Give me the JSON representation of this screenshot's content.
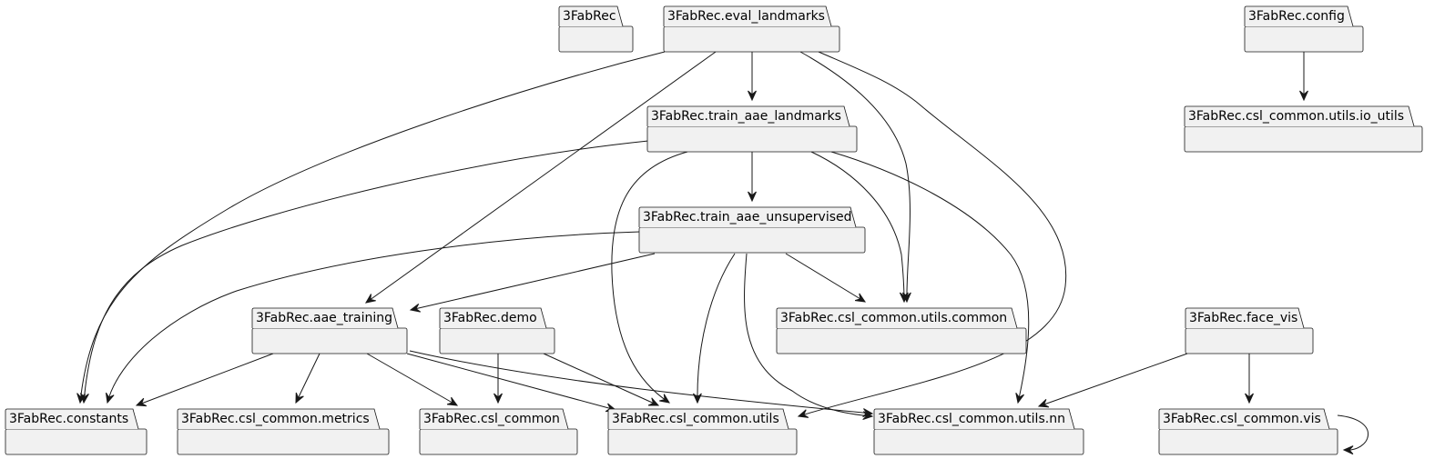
{
  "diagram": {
    "type": "package-dependency-graph",
    "packages": [
      {
        "id": "root",
        "label": "3FabRec"
      },
      {
        "id": "eval",
        "label": "3FabRec.eval_landmarks"
      },
      {
        "id": "config",
        "label": "3FabRec.config"
      },
      {
        "id": "train_lm",
        "label": "3FabRec.train_aae_landmarks"
      },
      {
        "id": "io_utils",
        "label": "3FabRec.csl_common.utils.io_utils"
      },
      {
        "id": "train_un",
        "label": "3FabRec.train_aae_unsupervised"
      },
      {
        "id": "aae",
        "label": "3FabRec.aae_training"
      },
      {
        "id": "demo",
        "label": "3FabRec.demo"
      },
      {
        "id": "ucommon",
        "label": "3FabRec.csl_common.utils.common"
      },
      {
        "id": "face_vis",
        "label": "3FabRec.face_vis"
      },
      {
        "id": "constants",
        "label": "3FabRec.constants"
      },
      {
        "id": "metrics",
        "label": "3FabRec.csl_common.metrics"
      },
      {
        "id": "common",
        "label": "3FabRec.csl_common"
      },
      {
        "id": "utils",
        "label": "3FabRec.csl_common.utils"
      },
      {
        "id": "nn",
        "label": "3FabRec.csl_common.utils.nn"
      },
      {
        "id": "vis",
        "label": "3FabRec.csl_common.vis"
      }
    ],
    "edges": [
      {
        "from": "eval",
        "to": "train_lm"
      },
      {
        "from": "eval",
        "to": "constants"
      },
      {
        "from": "eval",
        "to": "aae"
      },
      {
        "from": "eval",
        "to": "ucommon"
      },
      {
        "from": "eval",
        "to": "utils"
      },
      {
        "from": "config",
        "to": "io_utils"
      },
      {
        "from": "train_lm",
        "to": "train_un"
      },
      {
        "from": "train_lm",
        "to": "constants"
      },
      {
        "from": "train_lm",
        "to": "utils"
      },
      {
        "from": "train_lm",
        "to": "ucommon"
      },
      {
        "from": "train_lm",
        "to": "nn"
      },
      {
        "from": "train_un",
        "to": "constants"
      },
      {
        "from": "train_un",
        "to": "aae"
      },
      {
        "from": "train_un",
        "to": "utils"
      },
      {
        "from": "train_un",
        "to": "nn"
      },
      {
        "from": "train_un",
        "to": "ucommon"
      },
      {
        "from": "aae",
        "to": "constants"
      },
      {
        "from": "aae",
        "to": "metrics"
      },
      {
        "from": "aae",
        "to": "common"
      },
      {
        "from": "aae",
        "to": "utils"
      },
      {
        "from": "aae",
        "to": "nn"
      },
      {
        "from": "demo",
        "to": "common"
      },
      {
        "from": "demo",
        "to": "utils"
      },
      {
        "from": "face_vis",
        "to": "nn"
      },
      {
        "from": "face_vis",
        "to": "vis"
      },
      {
        "from": "vis",
        "to": "vis"
      }
    ]
  }
}
